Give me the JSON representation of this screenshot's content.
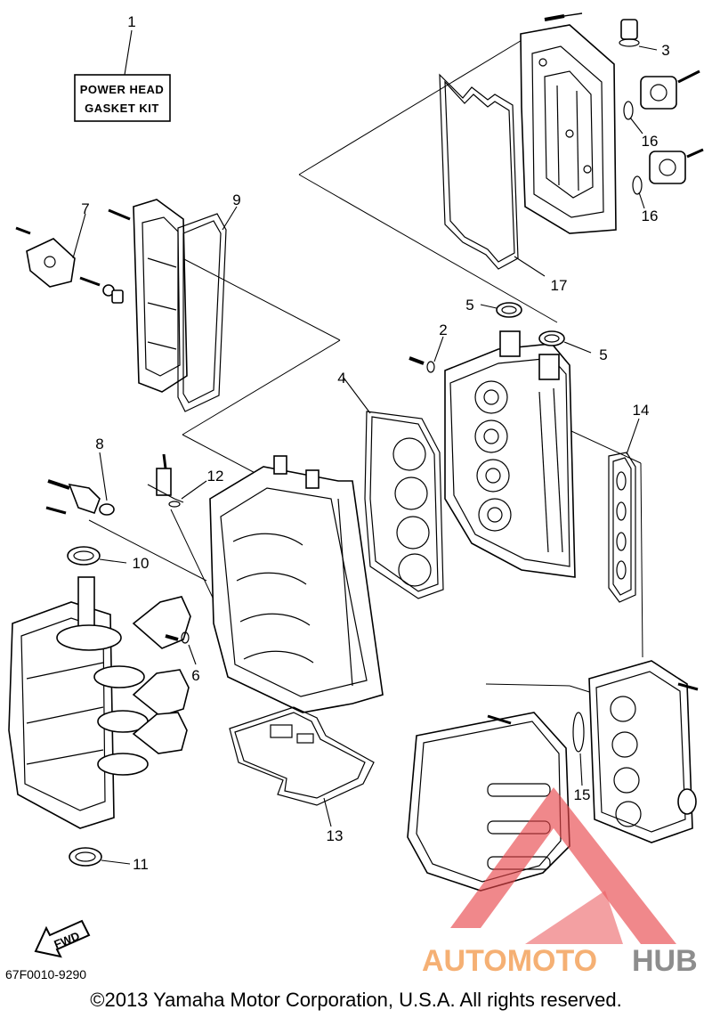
{
  "kit_box": {
    "line1": "POWER HEAD",
    "line2": "GASKET KIT"
  },
  "callouts": {
    "c1": "1",
    "c2": "2",
    "c3": "3",
    "c4": "4",
    "c5a": "5",
    "c5b": "5",
    "c6": "6",
    "c7": "7",
    "c8": "8",
    "c9": "9",
    "c10": "10",
    "c11": "11",
    "c12": "12",
    "c13": "13",
    "c14": "14",
    "c15": "15",
    "c16a": "16",
    "c16b": "16",
    "c17": "17"
  },
  "fwd_label": "FWD",
  "part_number": "67F0010-9290",
  "copyright": "©2013 Yamaha Motor Corporation, U.S.A. All rights reserved.",
  "watermark": {
    "word1": "AUTOMOTO",
    "word2": "HUB",
    "color1": "#f4a35c",
    "color2": "#7a7a7a",
    "triangle_color": "#e8454a"
  }
}
